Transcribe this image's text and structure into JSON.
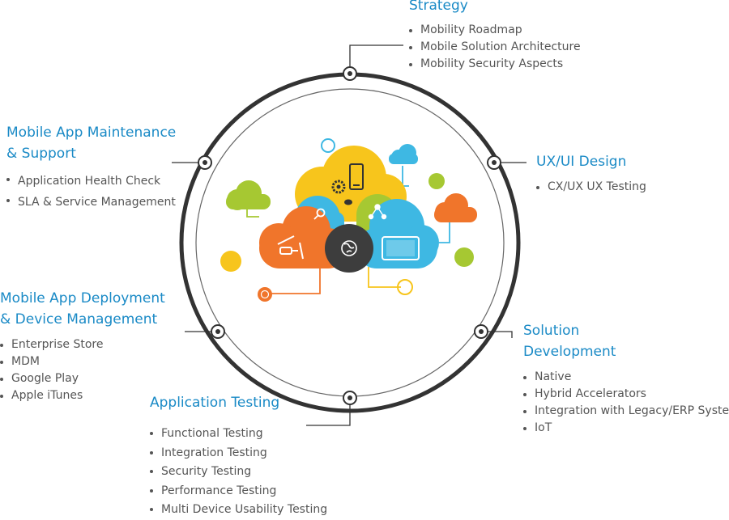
{
  "sections": {
    "strategy": {
      "title": [
        "Strategy"
      ],
      "items": [
        "Mobility Roadmap",
        "Mobile Solution Architecture",
        "Mobility Security Aspects"
      ]
    },
    "ux": {
      "title": [
        "UX/UI Design"
      ],
      "items": [
        "CX/UX UX Testing"
      ]
    },
    "solution": {
      "title": [
        "Solution",
        "Development"
      ],
      "items": [
        "Native",
        "Hybrid Accelerators",
        "Integration with Legacy/ERP System",
        "IoT"
      ]
    },
    "testing": {
      "title": [
        "Application Testing"
      ],
      "items": [
        "Functional Testing",
        "Integration Testing",
        "Security Testing",
        "Performance Testing",
        "Multi Device Usability Testing"
      ]
    },
    "deploy": {
      "title": [
        "Mobile App Deployment",
        "& Device Management"
      ],
      "items": [
        "Enterprise Store",
        "MDM",
        "Google Play",
        "Apple iTunes"
      ]
    },
    "maint": {
      "title": [
        "Mobile App Maintenance",
        "& Support"
      ],
      "items": [
        "Application Health Check",
        "SLA & Service Management"
      ]
    }
  },
  "colors": {
    "accent": "#1a8ac6",
    "ring": "#333333",
    "text": "#555555",
    "cloud_yellow": "#f7c51c",
    "cloud_blue": "#3eb8e3",
    "cloud_orange": "#f0752b",
    "cloud_green": "#a6c832",
    "hub_dark": "#3d3d3d"
  },
  "icons": [
    "smartphone-icon",
    "gear-icon",
    "chat-bubble-icon",
    "search-icon",
    "network-icon",
    "smart-glasses-icon",
    "globe-icon",
    "tablet-icon"
  ]
}
